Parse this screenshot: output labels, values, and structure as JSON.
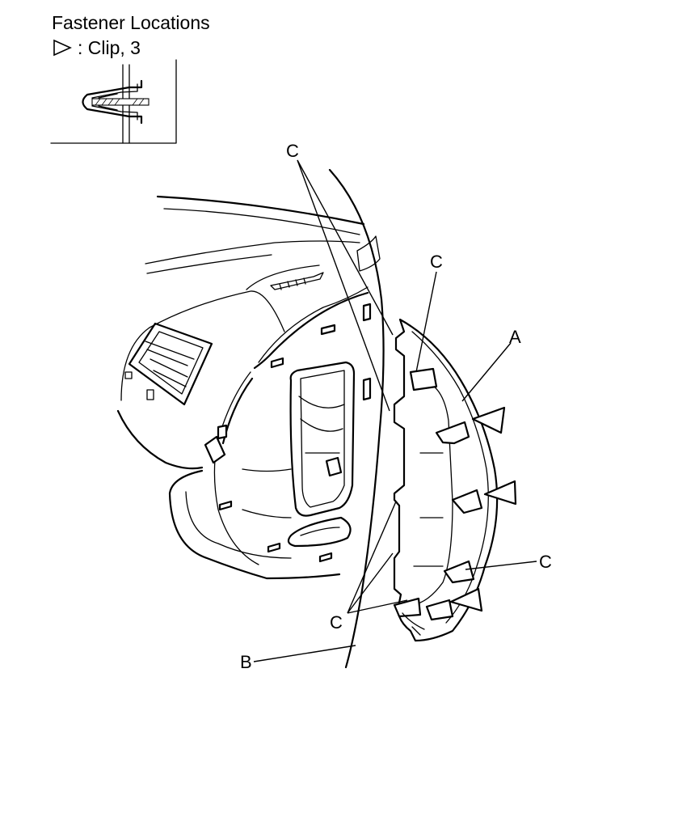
{
  "header": {
    "title": "Fastener Locations",
    "legend_text": ": Clip, 3",
    "legend_symbol": "triangle-clip-icon"
  },
  "labels": {
    "c_top": "C",
    "c_mid": "C",
    "a": "A",
    "c_right": "C",
    "c_bottom": "C",
    "b": "B"
  }
}
